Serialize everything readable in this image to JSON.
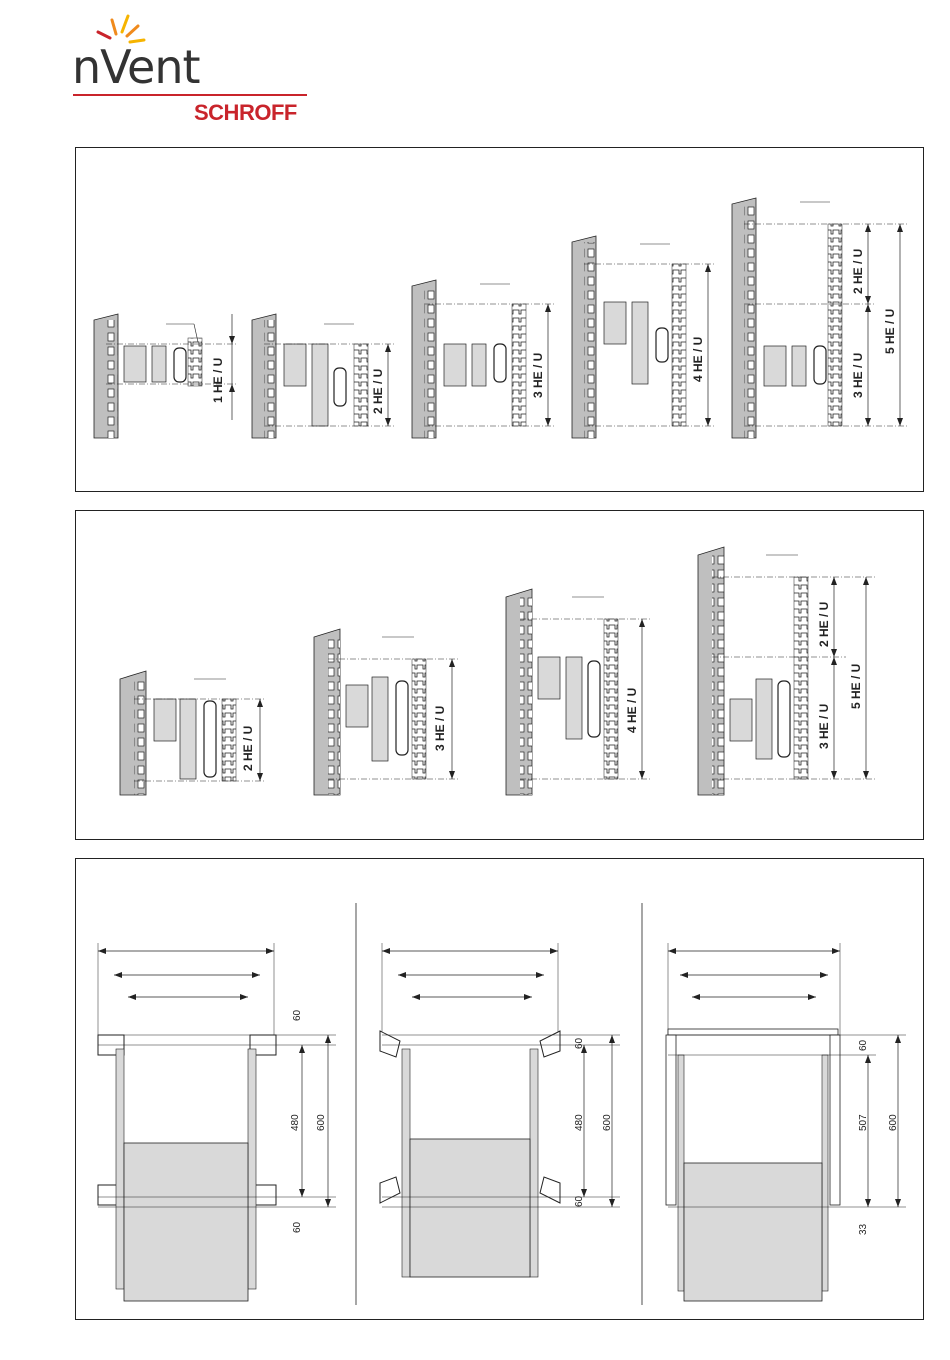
{
  "brand": {
    "name": "nVent",
    "sub": "SCHROFF",
    "colors": {
      "red": "#c9242b",
      "orange": "#f08a1c",
      "yellow": "#f6b400",
      "text": "#333333"
    }
  },
  "panel_top": {
    "labels": [
      "1 HE / U",
      "2 HE / U",
      "3 HE / U",
      "4 HE / U",
      "3 HE / U",
      "2 HE / U",
      "5 HE / U"
    ]
  },
  "panel_middle": {
    "labels": [
      "2 HE / U",
      "3 HE / U",
      "4 HE / U",
      "3 HE / U",
      "2 HE / U",
      "5 HE / U"
    ]
  },
  "panel_bottom": {
    "views": [
      {
        "dims": [
          "60",
          "480",
          "600",
          "60"
        ]
      },
      {
        "dims": [
          "60",
          "480",
          "600",
          "60"
        ]
      },
      {
        "dims": [
          "60",
          "507",
          "600",
          "33"
        ]
      }
    ]
  },
  "colors": {
    "line": "#222222",
    "fill": "#d9d9d9",
    "rack": "#bfbfbf"
  }
}
